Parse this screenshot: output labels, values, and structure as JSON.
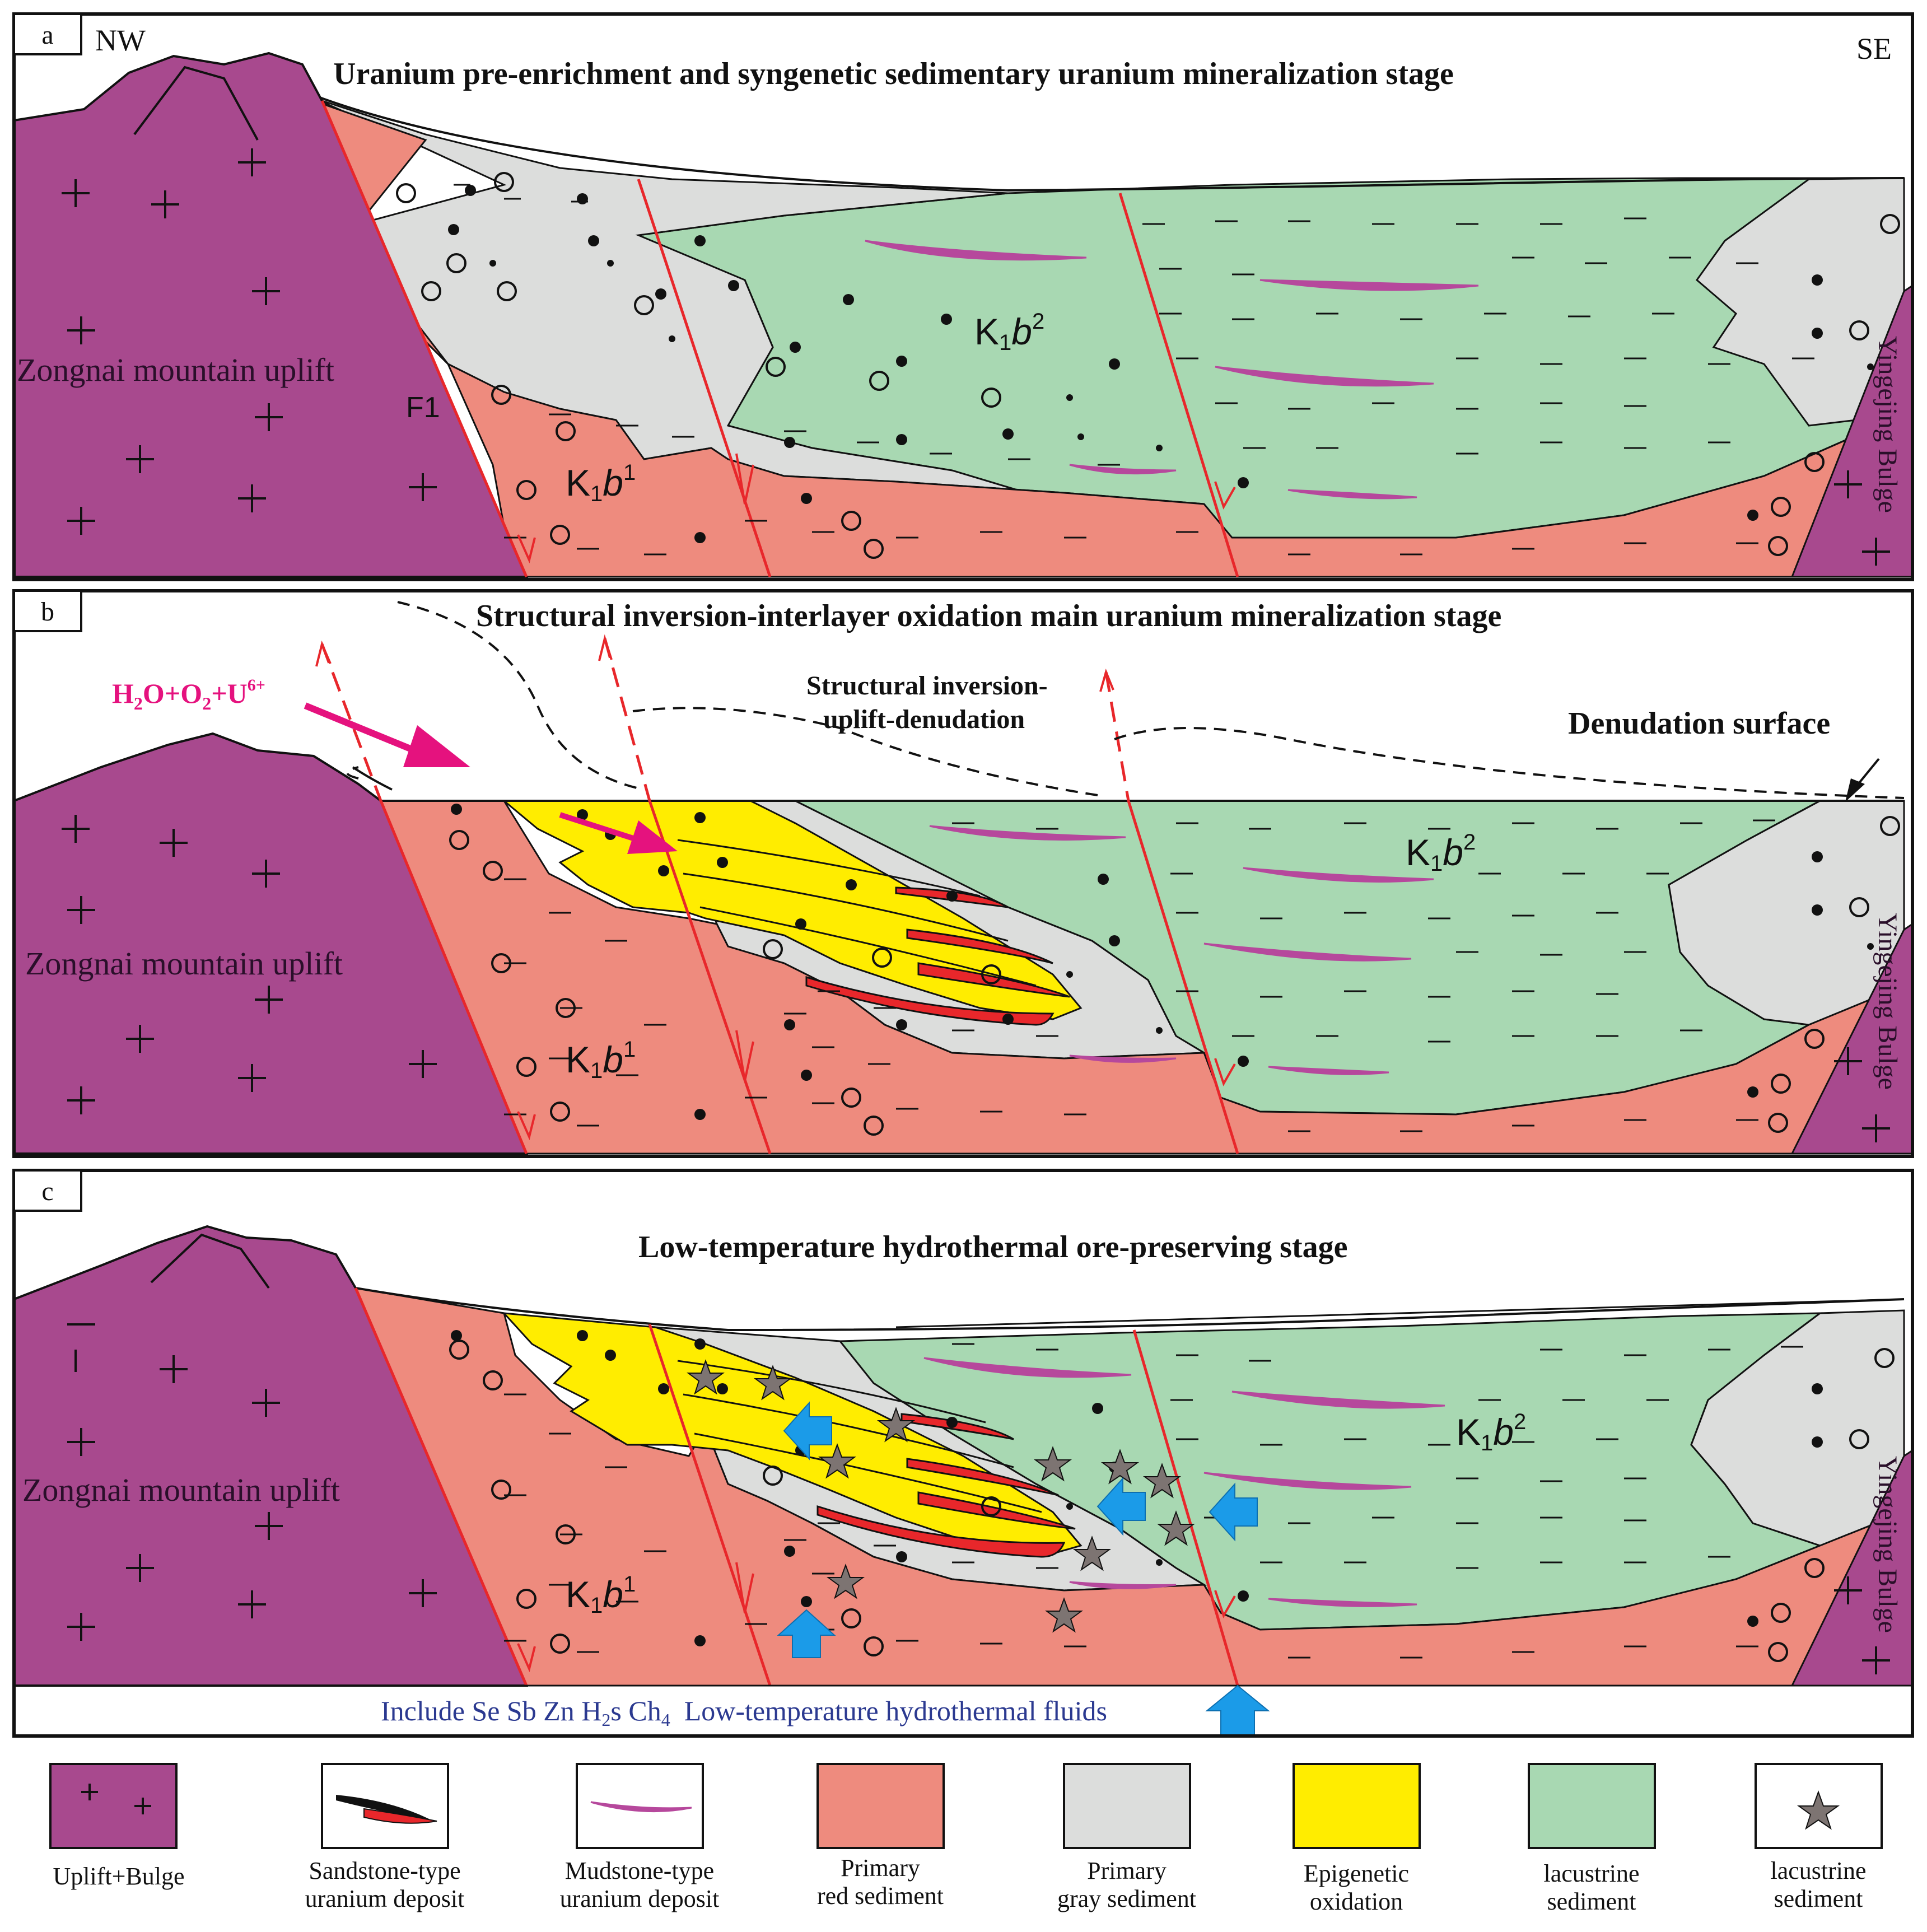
{
  "colors": {
    "uplift": "#a8498e",
    "red_sediment": "#ee8b7e",
    "gray_sediment": "#dcdddc",
    "oxidation": "#ffed00",
    "lacustrine": "#a8d8b2",
    "fault": "#e8272b",
    "fluid_arrow": "#1b9be8",
    "oxidizing_arrow": "#e5127e",
    "mudstone_lens": "#b6489c",
    "star": "#7d7472",
    "hydro_text": "#2b3990"
  },
  "panels": [
    {
      "letter": "a",
      "title": "Uranium pre-enrichment  and syngenetic sedimentary uranium mineralization stage",
      "nw_label": "NW",
      "se_label": "SE",
      "fault_label": "F1",
      "uplift_label": "Zongnai mountain uplift",
      "bulge_label": "Yingejing Bulge",
      "lower_unit": {
        "base": "K",
        "sub": "1",
        "letter": "b",
        "sup": "1"
      },
      "upper_unit": {
        "base": "K",
        "sub": "1",
        "letter": "b",
        "sup": "2"
      }
    },
    {
      "letter": "b",
      "title": "Structural inversion-interlayer oxidation main uranium mineralization stage",
      "fluid_label": {
        "a": "H",
        "a_sub": "2",
        "b": "O+O",
        "b_sub": "2",
        "c": "+U",
        "c_sup": "6+"
      },
      "inversion_line1": "Structural inversion-",
      "inversion_line2": "uplift-denudation",
      "denudation_label": "Denudation surface",
      "uplift_label": "Zongnai mountain uplift",
      "bulge_label": "Yingejing Bulge",
      "lower_unit": {
        "base": "K",
        "sub": "1",
        "letter": "b",
        "sup": "1"
      },
      "upper_unit": {
        "base": "K",
        "sub": "1",
        "letter": "b",
        "sup": "2"
      }
    },
    {
      "letter": "c",
      "title": "Low-temperature hydrothermal ore-preserving stage",
      "uplift_label": "Zongnai mountain uplift",
      "bulge_label": "Yingejing Bulge",
      "lower_unit": {
        "base": "K",
        "sub": "1",
        "letter": "b",
        "sup": "1"
      },
      "upper_unit": {
        "base": "K",
        "sub": "1",
        "letter": "b",
        "sup": "2"
      },
      "hydro": {
        "p1": "Include Se Sb Zn H",
        "p1_sub": "2",
        "p2": "s Ch",
        "p2_sub": "4",
        "p3": "  Low-temperature hydrothermal fluids"
      }
    }
  ],
  "legend": [
    {
      "key": "uplift",
      "line1": "Uplift+Bulge",
      "line2": ""
    },
    {
      "key": "sandstone-deposit",
      "line1": "Sandstone-type",
      "line2": "uranium deposit"
    },
    {
      "key": "mudstone-deposit",
      "line1": "Mudstone-type",
      "line2": "uranium deposit"
    },
    {
      "key": "red-sediment",
      "line1": "Primary",
      "line2": "red sediment"
    },
    {
      "key": "gray-sediment",
      "line1": "Primary",
      "line2": "gray sediment"
    },
    {
      "key": "oxidation",
      "line1": "Epigenetic",
      "line2": "oxidation"
    },
    {
      "key": "lacustrine",
      "line1": "lacustrine",
      "line2": "sediment"
    },
    {
      "key": "star",
      "line1": "lacustrine",
      "line2": "sediment"
    }
  ]
}
